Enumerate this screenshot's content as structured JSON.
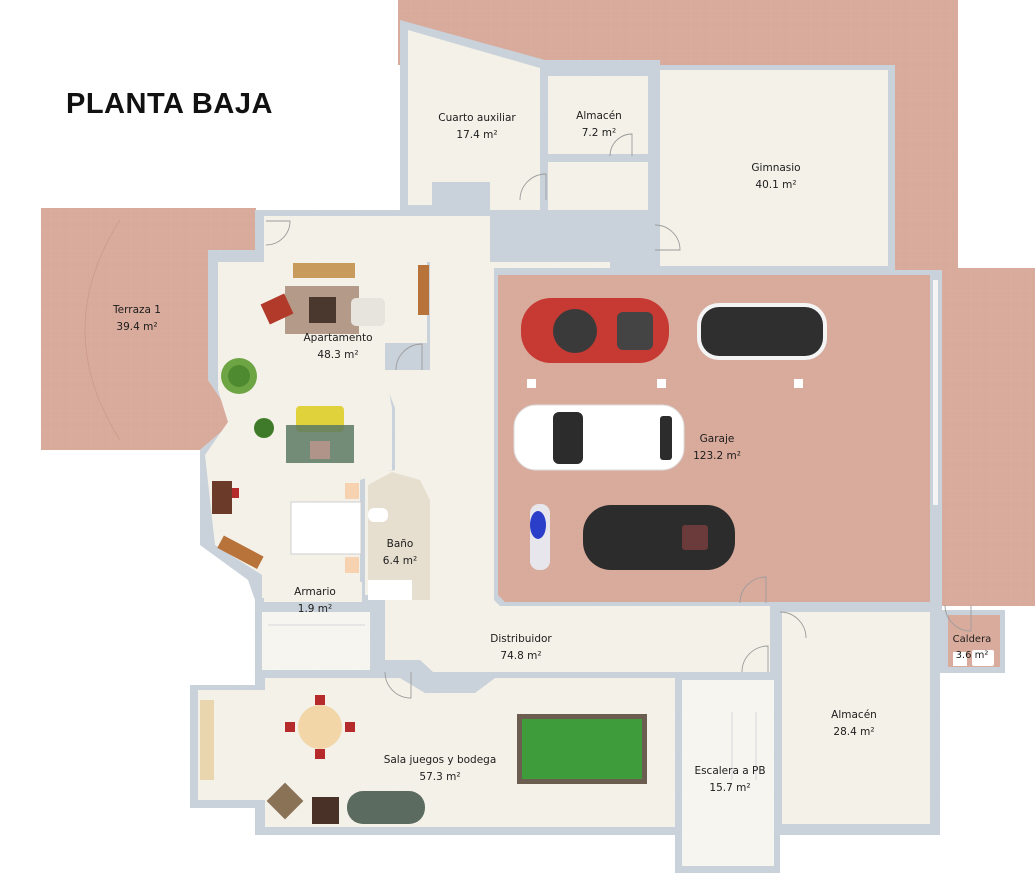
{
  "title": "PLANTA BAJA",
  "colors": {
    "floor_interior": "#f4f1e8",
    "floor_exterior": "#d9ab9c",
    "wall": "#c9d1da",
    "background": "#ffffff",
    "title_text": "#111111"
  },
  "rooms": [
    {
      "id": "cuarto-auxiliar",
      "name": "Cuarto auxiliar",
      "area": "17.4 m²"
    },
    {
      "id": "almacen-1",
      "name": "Almacén",
      "area": "7.2 m²"
    },
    {
      "id": "gimnasio",
      "name": "Gimnasio",
      "area": "40.1 m²"
    },
    {
      "id": "terraza-1",
      "name": "Terraza 1",
      "area": "39.4 m²"
    },
    {
      "id": "apartamento",
      "name": "Apartamento",
      "area": "48.3 m²"
    },
    {
      "id": "garaje",
      "name": "Garaje",
      "area": "123.2 m²"
    },
    {
      "id": "bano",
      "name": "Baño",
      "area": "6.4 m²"
    },
    {
      "id": "armario",
      "name": "Armario",
      "area": "1.9 m²"
    },
    {
      "id": "distribuidor",
      "name": "Distribuidor",
      "area": "74.8 m²"
    },
    {
      "id": "caldera",
      "name": "Caldera",
      "area": "3.6 m²"
    },
    {
      "id": "almacen-2",
      "name": "Almacén",
      "area": "28.4 m²"
    },
    {
      "id": "sala-juegos",
      "name": "Sala juegos y bodega",
      "area": "57.3 m²"
    },
    {
      "id": "escalera",
      "name": "Escalera a PB",
      "area": "15.7 m²"
    }
  ],
  "furniture": {
    "garage_vehicles": [
      "red sports car",
      "black hatchback",
      "white SUV",
      "black sports car",
      "blue motorcycle"
    ],
    "apartment": [
      "tv unit",
      "rug",
      "red armchair",
      "white armchair",
      "coffee table",
      "plant",
      "yellow sofa",
      "patterned rug",
      "double bed",
      "desk",
      "bench"
    ],
    "game_room": [
      "round dining table",
      "pool table",
      "grey sofa",
      "wine rack"
    ]
  }
}
